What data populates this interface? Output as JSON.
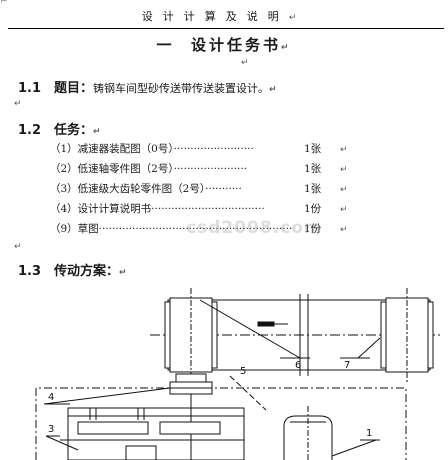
{
  "header": {
    "running_title": "设计计算及说明"
  },
  "section": {
    "title": "一  设计任务书"
  },
  "topic": {
    "number": "1.1",
    "label": "题目：",
    "text": "铸钢车间型砂传送带传送装置设计。"
  },
  "tasks": {
    "number": "1.2",
    "label": "任务：",
    "items": [
      {
        "label": "（1）减速器装配图（0号）························",
        "qty": "1张"
      },
      {
        "label": "（2）低速轴零件图（2号）······················",
        "qty": "1张"
      },
      {
        "label": "（3）低速级大齿轮零件图（2号）···········",
        "qty": "1张"
      },
      {
        "label": "（4）设计计算说明书··································",
        "qty": "1份"
      },
      {
        "label": "（9）草图··························································",
        "qty": "1份"
      }
    ]
  },
  "scheme": {
    "number": "1.3",
    "label": "传动方案："
  },
  "watermark": "csd2008.com",
  "diagram": {
    "callouts": [
      "6",
      "7",
      "5",
      "4",
      "3",
      "1"
    ]
  }
}
